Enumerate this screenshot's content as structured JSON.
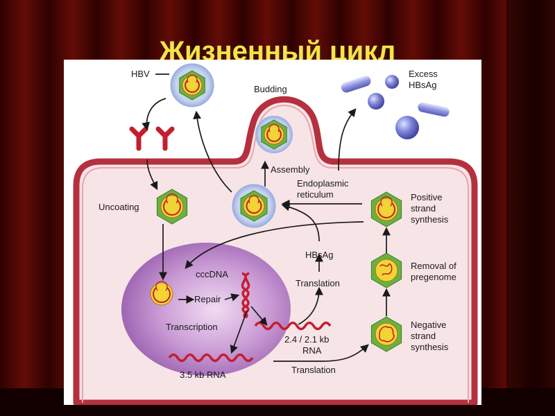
{
  "slide": {
    "title": "Жизненный цикл"
  },
  "diagram": {
    "labels": {
      "hbv": "HBV",
      "budding": "Budding",
      "excess_1": "Excess",
      "excess_2": "HBsAg",
      "uncoating": "Uncoating",
      "assembly": "Assembly",
      "er_1": "Endoplasmic",
      "er_2": "reticulum",
      "positive_1": "Positive",
      "positive_2": "strand",
      "positive_3": "synthesis",
      "cccdna": "cccDNA",
      "repair": "Repair",
      "hbsag": "HBsAg",
      "translation_up": "Translation",
      "removal_1": "Removal of",
      "removal_2": "pregenome",
      "transcription": "Transcription",
      "negative_1": "Negative",
      "negative_2": "strand",
      "negative_3": "synthesis",
      "rna_small_1": "2.4 / 2.1 kb",
      "rna_small_2": "RNA",
      "rna_large": "3.5 kb RNA",
      "translation_bottom": "Translation"
    },
    "colors": {
      "cell_fill": "#f7e4e6",
      "cell_border": "#b5303f",
      "nucleus": "#b57fc4",
      "capsid_green": "#6bb043",
      "capsid_yellow": "#f2d434",
      "envelope": "#c8d4ee",
      "hbsag_particles": "#6f74c8",
      "rna": "#c41e2e",
      "receptor": "#c41e2e",
      "slide_title": "#f5e34a",
      "slide_background": "#5a0707"
    }
  }
}
